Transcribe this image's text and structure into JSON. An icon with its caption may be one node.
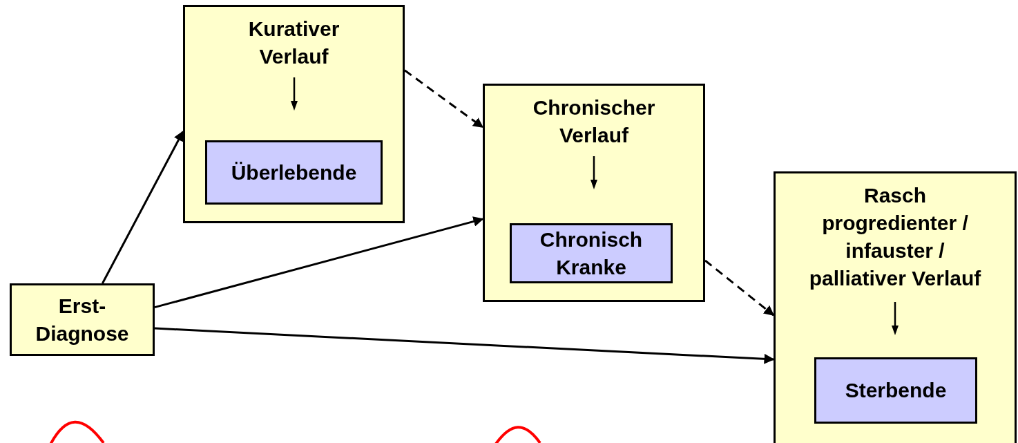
{
  "diagram": {
    "nodes": [
      {
        "text": [
          "Erst- Diagnose"
        ]
      },
      {
        "text": [
          "Kurativer Verlauf"
        ]
      },
      {
        "text": [
          "Überlebende"
        ],
        "in": 1
      },
      {
        "text": [
          "Chronischer Verlauf"
        ]
      },
      {
        "text": [
          "Chronisch Kranke"
        ],
        "in": 3
      },
      {
        "text": [
          "Rasch progredienter / infauster / palliativer Verlauf"
        ]
      },
      {
        "text": [
          "Sterbende"
        ],
        "in": 5
      }
    ],
    "edges": [
      {
        "from": 0,
        "to": 1,
        "arrow": "to"
      },
      {
        "from": 0,
        "to": 3,
        "arrow": "to"
      },
      {
        "from": 0,
        "to": 5,
        "arrow": "to"
      },
      {
        "from": 1,
        "to": 3,
        "arrow": "to",
        "style": "dashed"
      },
      {
        "from": 3,
        "to": 5,
        "arrow": "to",
        "style": "dashed"
      }
    ]
  }
}
